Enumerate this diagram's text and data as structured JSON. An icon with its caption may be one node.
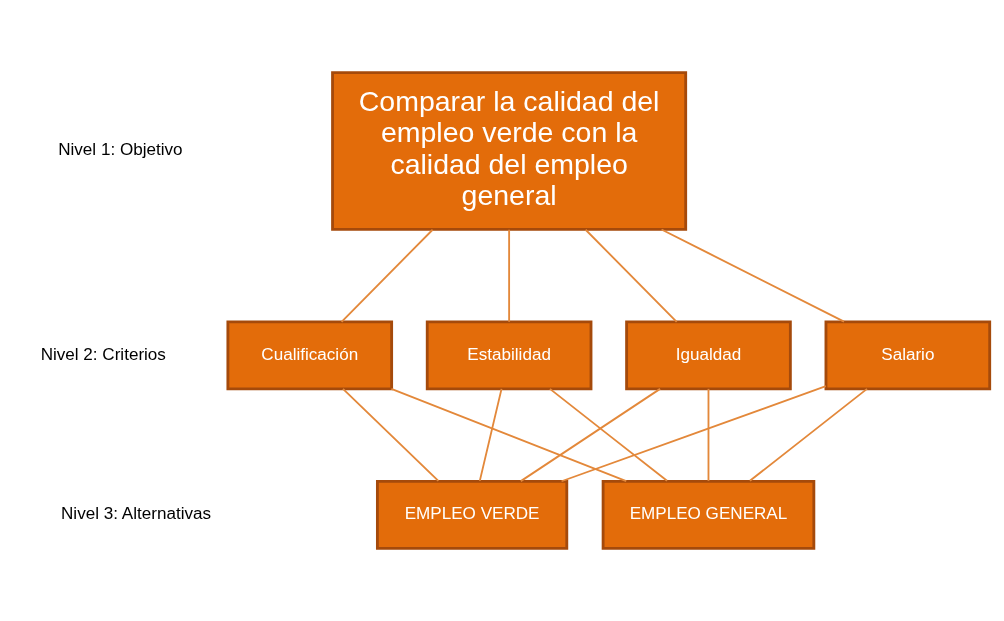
{
  "diagram": {
    "nodes": [
      {
        "text": [
          "Comparar la calidad del empleo verde con la calidad del empleo general"
        ]
      },
      {
        "text": [
          "Salario"
        ]
      },
      {
        "text": [
          "Cualificación"
        ]
      },
      {
        "text": [
          "Estabilidad"
        ]
      },
      {
        "text": [
          "Igualdad"
        ]
      },
      {
        "text": [
          "EMPLEO VERDE"
        ]
      },
      {
        "text": [
          "EMPLEO GENERAL"
        ]
      }
    ],
    "edges": [
      {
        "from": 0,
        "to": 1,
        "arrow": "none"
      },
      {
        "from": 0,
        "to": 2,
        "arrow": "none"
      },
      {
        "from": 0,
        "to": 3,
        "arrow": "none"
      },
      {
        "from": 0,
        "to": 4,
        "arrow": "none"
      },
      {
        "from": 1,
        "to": 5,
        "arrow": "none"
      },
      {
        "from": 1,
        "to": 6,
        "arrow": "none"
      },
      {
        "from": 2,
        "to": 5,
        "arrow": "none"
      },
      {
        "from": 2,
        "to": 6,
        "arrow": "none"
      },
      {
        "from": 3,
        "to": 5,
        "arrow": "none"
      },
      {
        "from": 3,
        "to": 6,
        "arrow": "none"
      },
      {
        "from": 4,
        "to": 5,
        "arrow": "none"
      },
      {
        "from": 4,
        "to": 6,
        "arrow": "none"
      }
    ],
    "labels": [
      "Nivel 1: Objetivo",
      "Nivel 2: Criterios",
      "Nivel 3: Alternativas"
    ]
  }
}
